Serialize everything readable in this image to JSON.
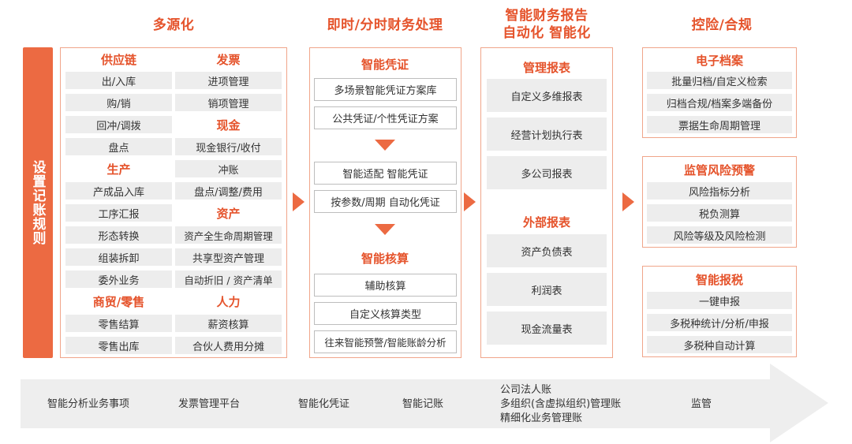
{
  "columns": {
    "c1": "多源化",
    "c2": "即时/分时财务处理",
    "c3_line1": "智能财务报告",
    "c3_line2": "自动化 智能化",
    "c4": "控险/合规"
  },
  "side_label": "设置记账规则",
  "col1_left": {
    "supply": {
      "title": "供应链",
      "items": [
        "出/入库",
        "购/销",
        "回冲/调拨",
        "盘点"
      ]
    },
    "production": {
      "title": "生产",
      "items": [
        "产成品入库",
        "工序汇报",
        "形态转换",
        "组装拆卸",
        "委外业务"
      ]
    },
    "retail": {
      "title": "商贸/零售",
      "items": [
        "零售结算",
        "零售出库"
      ]
    }
  },
  "col1_right": {
    "invoice": {
      "title": "发票",
      "items": [
        "进项管理",
        "销项管理"
      ]
    },
    "cash": {
      "title": "现金",
      "items": [
        "现金银行/收付",
        "冲账",
        "盘点/调整/费用"
      ]
    },
    "assets": {
      "title": "资产",
      "items": [
        "资产全生命周期管理",
        "共享型资产管理",
        "自动折旧 / 资产清单"
      ]
    },
    "hr": {
      "title": "人力",
      "items": [
        "薪资核算",
        "合伙人费用分摊"
      ]
    }
  },
  "col2": {
    "voucher_title": "智能凭证",
    "voucher_items": [
      "多场景智能凭证方案库",
      "公共凭证/个性凭证方案"
    ],
    "middle_items": [
      "智能适配 智能凭证",
      "按参数/周期 自动化凭证"
    ],
    "accounting_title": "智能核算",
    "accounting_items": [
      "辅助核算",
      "自定义核算类型",
      "往来智能预警/智能账龄分析"
    ]
  },
  "col3": {
    "mgmt_title": "管理报表",
    "mgmt_items": [
      "自定义多维报表",
      "经营计划执行表",
      "多公司报表"
    ],
    "ext_title": "外部报表",
    "ext_items": [
      "资产负债表",
      "利润表",
      "现金流量表"
    ]
  },
  "col4": {
    "archive": {
      "title": "电子档案",
      "items": [
        "批量归档/自定义检索",
        "归档合规/档案多端备份",
        "票据生命周期管理"
      ]
    },
    "risk": {
      "title": "监管风险预警",
      "items": [
        "风险指标分析",
        "税负测算",
        "风险等级及风险检测"
      ]
    },
    "tax": {
      "title": "智能报税",
      "items": [
        "一键申报",
        "多税种统计/分析/申报",
        "多税种自动计算"
      ]
    }
  },
  "bottom": {
    "items": [
      "智能分析业务事项",
      "发票管理平台",
      "智能化凭证",
      "智能记账"
    ],
    "ledger_lines": [
      "公司法人账",
      "多组织(含虚拟组织)管理账",
      "精细化业务管理账"
    ],
    "last": "监管"
  },
  "colors": {
    "accent": "#e5532b",
    "bar": "#ec6a42",
    "border": "#f0a58a",
    "gray_box": "#ededed",
    "bottom_arrow": "#eeeeee"
  }
}
